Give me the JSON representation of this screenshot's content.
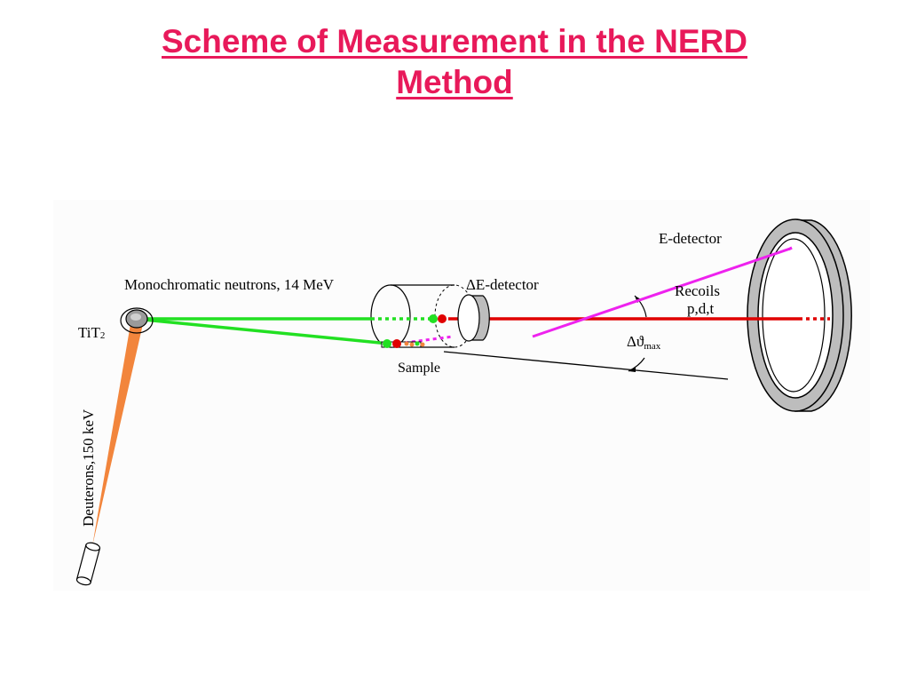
{
  "slide": {
    "title_line1": "Scheme of Measurement in the NERD",
    "title_line2": "Method"
  },
  "diagram": {
    "labels": {
      "e_detector": "E-detector",
      "neutrons": "Monochromatic neutrons, 14 MeV",
      "de_detector": "ΔE-detector",
      "target_main": "TiT",
      "target_sub": "2",
      "recoils": "Recoils",
      "recoil_particles": "p,d,t",
      "theta_main": "Δϑ",
      "theta_sub": "max",
      "sample": "Sample",
      "deuterons": "Deuterons,150 keV"
    }
  },
  "colors": {
    "title": "#e8195a",
    "neutron_beam": "#22e022",
    "deuteron_beam": "#f2853c",
    "recoil_beam": "#e00000",
    "recoil_magenta": "#ee22ee",
    "detector_gray": "#bdbdbd",
    "line": "#000000"
  }
}
